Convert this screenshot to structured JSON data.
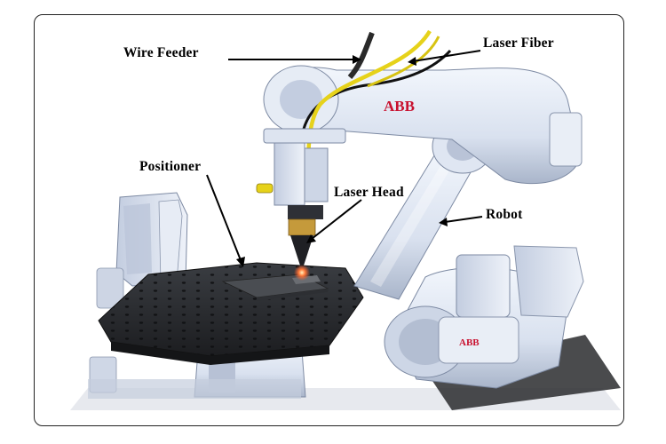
{
  "labels": {
    "wire_feeder": "Wire Feeder",
    "laser_fiber": "Laser Fiber",
    "positioner": "Positioner",
    "laser_head": "Laser Head",
    "robot": "Robot"
  },
  "brand": {
    "arm_logo": "ABB",
    "base_logo": "ABB"
  },
  "colors": {
    "robot_body": "#dfe6f2",
    "robot_shadow": "#9aa6bc",
    "table": "#2b2d30",
    "fiber_cable": "#e6d21a",
    "logo": "#c8102e",
    "melt_spot": "#ff5a2a"
  },
  "icons": [
    "robot-arm-illustration",
    "positioner-table-illustration",
    "laser-head-illustration"
  ]
}
